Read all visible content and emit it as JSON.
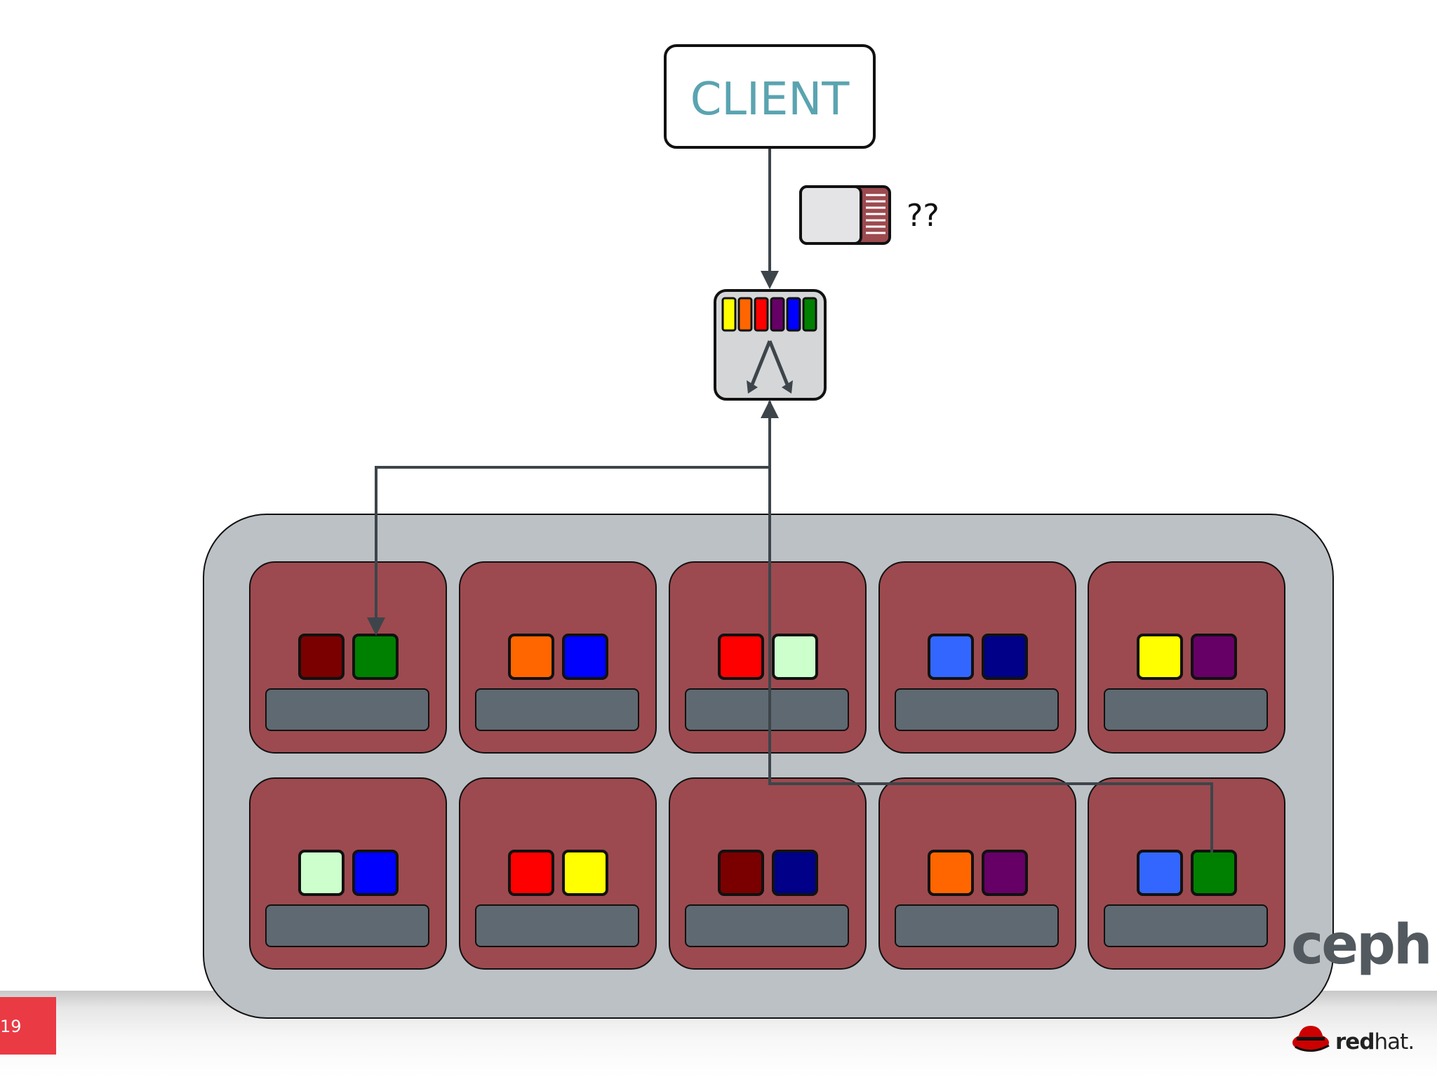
{
  "client": {
    "label": "CLIENT"
  },
  "object": {
    "label": "??"
  },
  "brand": {
    "ceph": "ceph",
    "redhat_bold": "red",
    "redhat_light": "hat."
  },
  "page": {
    "number": "19"
  },
  "colors": {
    "pool_fill": "#bcc1c5",
    "node_fill": "#9c4a4f",
    "disk_fill": "#5f6971",
    "arrow": "#3d454b",
    "client_text": "#5aa4b0"
  },
  "placement_group_colors": [
    "#ffff00",
    "#ff6600",
    "#ff0000",
    "#660066",
    "#0000ff",
    "#008000"
  ],
  "storage_nodes": [
    [
      "#7a0000",
      "#008000"
    ],
    [
      "#ff6600",
      "#0000ff"
    ],
    [
      "#ff0000",
      "#ccffcc"
    ],
    [
      "#3366ff",
      "#000088"
    ],
    [
      "#ffff00",
      "#660066"
    ],
    [
      "#ccffcc",
      "#0000ff"
    ],
    [
      "#ff0000",
      "#ffff00"
    ],
    [
      "#7a0000",
      "#000088"
    ],
    [
      "#ff6600",
      "#660066"
    ],
    [
      "#3366ff",
      "#008000"
    ]
  ]
}
